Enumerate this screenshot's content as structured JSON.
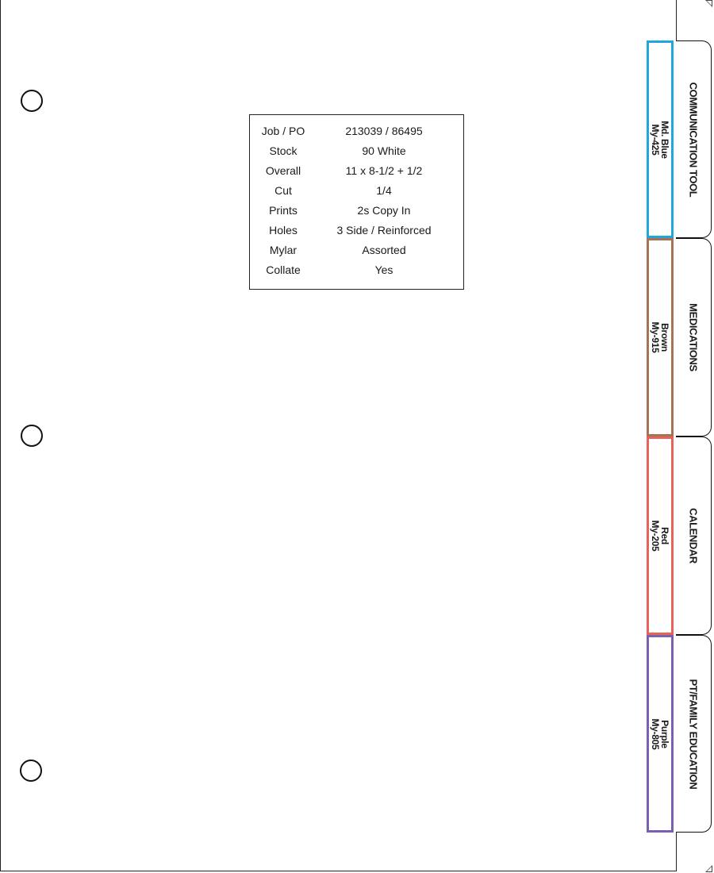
{
  "job_ticket": {
    "rows": [
      {
        "label": "Job / PO",
        "value": "213039 / 86495"
      },
      {
        "label": "Stock",
        "value": "90 White"
      },
      {
        "label": "Overall",
        "value": "11 x 8-1/2 + 1/2"
      },
      {
        "label": "Cut",
        "value": "1/4"
      },
      {
        "label": "Prints",
        "value": "2s Copy In"
      },
      {
        "label": "Holes",
        "value": "3 Side / Reinforced"
      },
      {
        "label": "Mylar",
        "value": "Assorted"
      },
      {
        "label": "Collate",
        "value": "Yes"
      }
    ]
  },
  "tabs": [
    {
      "label": "COMMUNICATION TOOL",
      "mylar_color_name": "Md. Blue",
      "mylar_code": "My-425",
      "mylar_color": "#1ea7df"
    },
    {
      "label": "MEDICATIONS",
      "mylar_color_name": "Brown",
      "mylar_code": "My-915",
      "mylar_color": "#a47453"
    },
    {
      "label": "CALENDAR",
      "mylar_color_name": "Red",
      "mylar_code": "My-205",
      "mylar_color": "#e8625a"
    },
    {
      "label": "PT/FAMILY EDUCATION",
      "mylar_color_name": "Purple",
      "mylar_code": "My-805",
      "mylar_color": "#7d5fb2"
    }
  ],
  "holes": {
    "count": 3
  }
}
